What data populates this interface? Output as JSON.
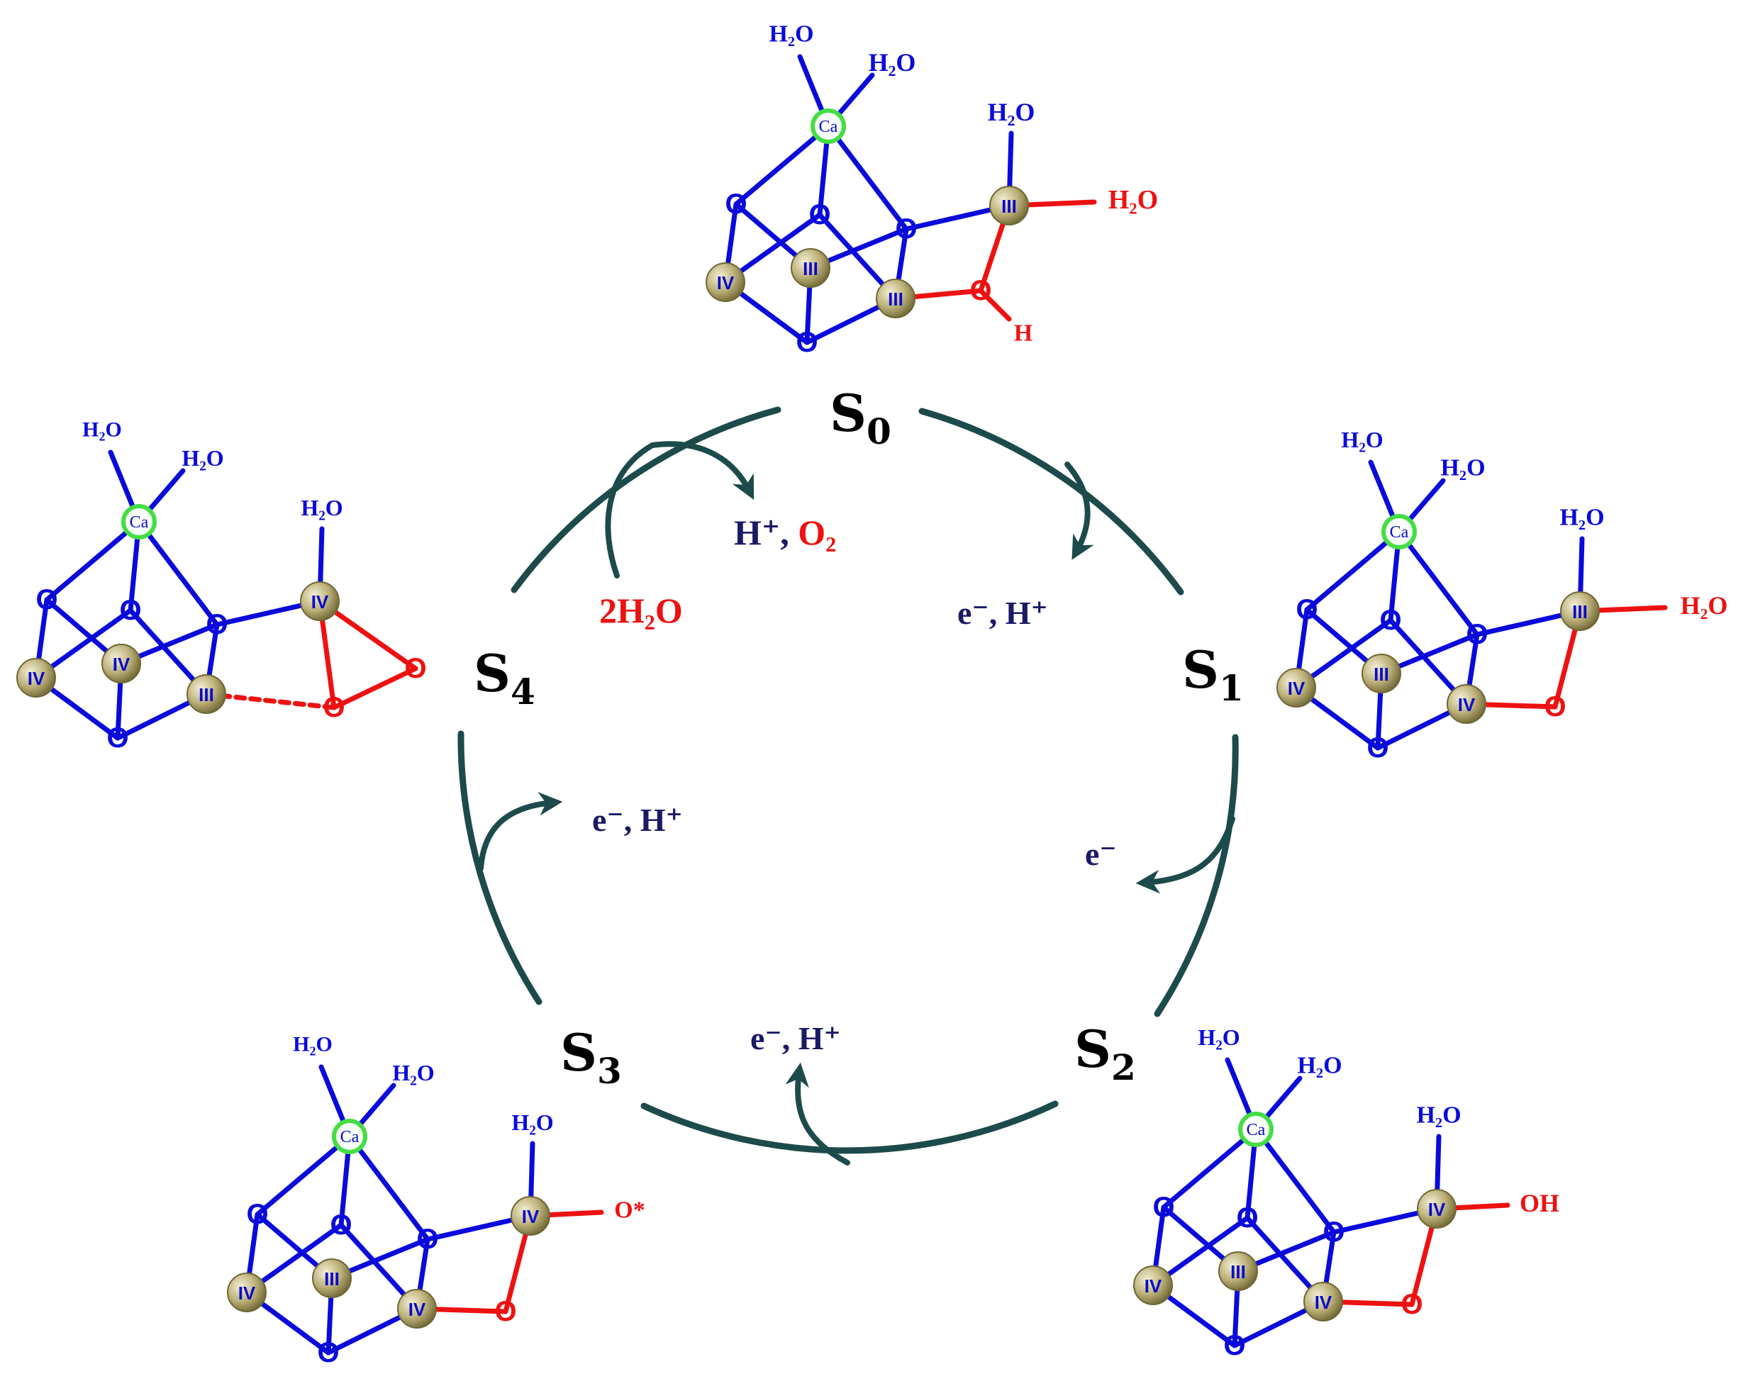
{
  "colors": {
    "bond": "#0a0adb",
    "red": "#ee1111",
    "arrow": "#1d4a4a",
    "mn_fill": "#b3a86a",
    "ca_fill": "#44dd44"
  },
  "cycle": {
    "states": [
      "S0",
      "S1",
      "S2",
      "S3",
      "S4"
    ],
    "state_labels": {
      "s0": {
        "main": "S",
        "sub": "0"
      },
      "s1": {
        "main": "S",
        "sub": "1"
      },
      "s2": {
        "main": "S",
        "sub": "2"
      },
      "s3": {
        "main": "S",
        "sub": "3"
      },
      "s4": {
        "main": "S",
        "sub": "4"
      }
    },
    "transitions": {
      "s0_s1": {
        "released": "e⁻, H⁺"
      },
      "s1_s2": {
        "released": "e⁻"
      },
      "s2_s3": {
        "released": "e⁻, H⁺"
      },
      "s3_s4": {
        "released": "e⁻, H⁺"
      },
      "s4_s0": {
        "consumed": "2H₂O",
        "released_1": "H⁺, ",
        "released_2": "O₂"
      }
    }
  },
  "labels": {
    "water": "H₂O",
    "o": "O",
    "h": "H",
    "oh": "OH",
    "o_radical": "O*",
    "ca": "Ca",
    "mn3": "III",
    "mn4": "IV"
  },
  "clusters": {
    "s0": {
      "mn_a": "IV",
      "mn_b": "III",
      "mn_c": "III",
      "mn_d": "III",
      "terminal": "H2O",
      "bridge": "OH"
    },
    "s1": {
      "mn_a": "IV",
      "mn_b": "III",
      "mn_c": "IV",
      "mn_d": "III",
      "terminal": "H2O",
      "bridge": "O"
    },
    "s2": {
      "mn_a": "IV",
      "mn_b": "III",
      "mn_c": "IV",
      "mn_d": "IV",
      "terminal": "OH",
      "bridge": "O"
    },
    "s3": {
      "mn_a": "IV",
      "mn_b": "III",
      "mn_c": "IV",
      "mn_d": "IV",
      "terminal": "O*",
      "bridge": "O"
    },
    "s4": {
      "mn_a": "IV",
      "mn_b": "IV",
      "mn_c": "III",
      "mn_d": "IV",
      "terminal": "none",
      "bridge": "O-O"
    }
  }
}
